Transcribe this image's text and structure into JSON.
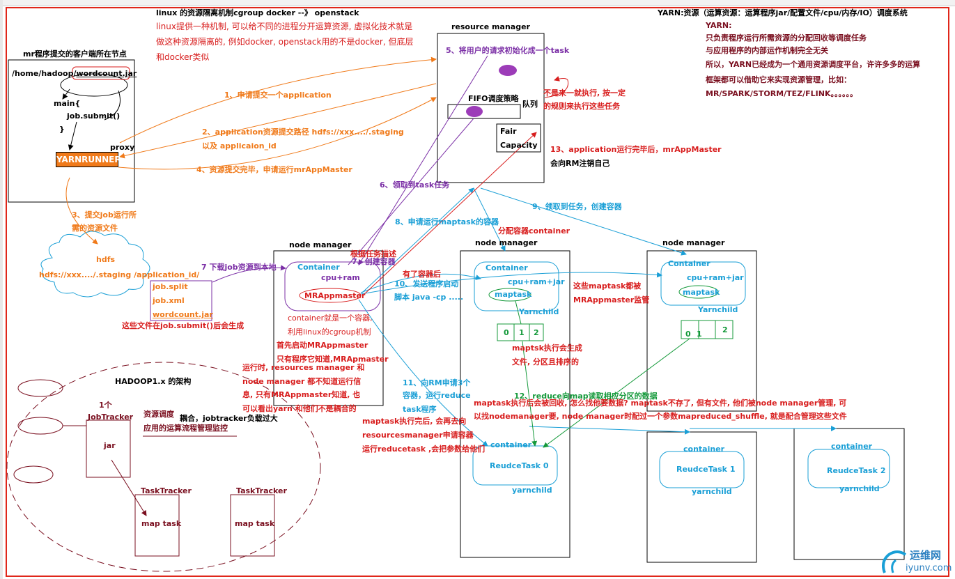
{
  "colors": {
    "orange": "#f07a1a",
    "red": "#d81e1e",
    "purple": "#7b2fa6",
    "blue": "#1a9fd6",
    "green": "#14993a",
    "maroon": "#7a0f1f",
    "frame": "#e0261a"
  },
  "top_note": {
    "title": "linux 的资源隔离机制cgroup      docker --》 openstack",
    "lines": [
      "linux提供一种机制, 可以给不同的进程分开运算资源, 虚拟化技术就是",
      "做这种资源隔离的, 例如docker, openstack用的不是docker, 但底层",
      "和docker类似"
    ]
  },
  "yarn_note": {
    "title": "YARN:资源（运算资源：运算程序jar/配置文件/cpu/内存/IO）调度系统",
    "lines": [
      "YARN:",
      "只负责程序运行所需资源的分配回收等调度任务",
      "与应用程序的内部运作机制完全无关",
      "所以，YARN已经成为一个通用资源调度平台，许许多多的运算",
      "框架都可以借助它来实现资源管理，比如：",
      "MR/SPARK/STORM/TEZ/FLINK。。。。。。"
    ]
  },
  "client": {
    "title": "mr程序提交的客户端所在节点",
    "path": "/home/hadoop/",
    "jar": "wordcount.jar",
    "main": "main{",
    "submit": "job.submit()",
    "close": "}",
    "proxy": "proxy",
    "runner": "YARNRUNNER"
  },
  "rm": {
    "title": "resource manager",
    "fifo": "FIFO调度策略",
    "queue": "队列",
    "fair": "Fair",
    "capacity": "Capacity",
    "note1": "不是来一就执行, 按一定",
    "note2": "的规则来执行这些任务"
  },
  "steps": {
    "s1": "1、申请提交一个application",
    "s2a": "2、application资源提交路径 hdfs://xxx..../.staging",
    "s2b": "以及 applicaion_id",
    "s3a": "3、提交job运行所",
    "s3b": "需的资源文件",
    "s4": "4、资源提交完毕，申请运行mrAppMaster",
    "s5": "5、将用户的请求初始化成一个task",
    "s6": "6、领取到task任务",
    "s7": "7、创建容器",
    "s7b": "根据任务描述",
    "s7dl": "7  下载job资源到本地",
    "s8": "8、申请运行maptask的容器",
    "s9": "9、领取到任务，创建容器",
    "s10a": "有了容器后",
    "s10b": "10、发送程序启动",
    "s10c": "脚本 java -cp .....",
    "alloc": "分配容器container",
    "s11a": "11、向RM申请3个",
    "s11b": "容器，运行reduce",
    "s11c": "task程序",
    "s12": "12、reduce向map读取相应分区的数据",
    "s13a": "13、application运行完毕后，mrAppMaster",
    "s13b": "会向RM注销自己"
  },
  "hdfs": {
    "title": "hdfs",
    "path": "hdfs://xxx..../.staging /application_id/",
    "files": [
      "job.split",
      "job.xml",
      "wordcount.jar"
    ],
    "note": "这些文件在job.submit()后会生成"
  },
  "nm1": {
    "title": "node manager",
    "container": "Container",
    "res": "cpu+ram",
    "appmaster": "MRAppmaster",
    "n1": "container就是一个容器,",
    "n2": "利用linux的cgroup机制",
    "n3": "首先启动MRAppmaster",
    "n4": "只有程序它知道,MRApmaster"
  },
  "run_note": [
    "运行时, resources manager 和",
    "node manager 都不知道运行信",
    "息, 只有MRAppmaster知道, 也",
    "可以看出yarn 和他们不是耦合的"
  ],
  "nm2": {
    "title": "node manager",
    "container": "Container",
    "res": "cpu+ram+jar",
    "task": "maptask",
    "child": "Yarnchild",
    "parts": [
      "0",
      "1",
      "2"
    ]
  },
  "nm3": {
    "title": "node manager",
    "container": "Container",
    "res": "cpu+ram+jar",
    "task": "maptask",
    "child": "Yarnchild",
    "parts": [
      "0",
      "1",
      "2"
    ]
  },
  "map_note": {
    "a": "这些maptask都被",
    "b": "MRAppmaster监管"
  },
  "maptask_out": {
    "a": "maptsk执行会生成",
    "b": "文件, 分区且排序的"
  },
  "shuffle_note": {
    "a": "maptask执行后会被回收, 怎么找他要数据? maptask不存了, 但有文件, 他们被node manager管理, 可",
    "b": "以找nodemanager要, node manager时配过一个参数mapreduced_shuffle, 就是配合管理这些文件"
  },
  "reduce_note": [
    "maptask执行完后, 会再去向",
    "resourcesmanager申请容器",
    "运行reducetask ,会把参数给他们"
  ],
  "reducers": [
    {
      "container": "container",
      "task": "ReudceTask  0",
      "child": "yarnchild"
    },
    {
      "container": "container",
      "task": "ReudceTask  1",
      "child": "yarnchild"
    },
    {
      "container": "container",
      "task": "ReudceTask  2",
      "child": "yarnchild"
    }
  ],
  "hadoop1": {
    "title": "HADOOP1.x 的架构",
    "count": "1个",
    "jt": "JobTracker",
    "jar": "jar",
    "dispatch": "资源调度",
    "monitor": "应用的运算流程管理监控",
    "coupling": "耦合，jobtracker负载过大",
    "tt1": "TaskTracker",
    "tt2": "TaskTracker",
    "map1": "map task",
    "map2": "map task"
  },
  "logo": {
    "cn": "运维网",
    "en": "iyunv.com"
  }
}
